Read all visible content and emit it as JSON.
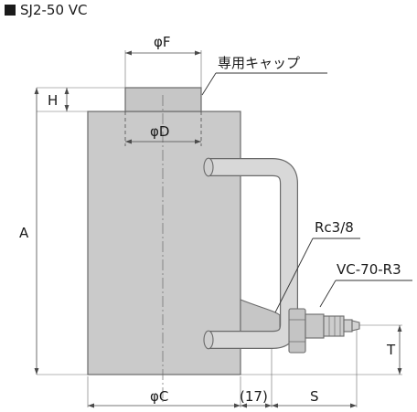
{
  "title": "SJ2-50  VC",
  "colors": {
    "body_fill": "#cacaca",
    "pipe_fill": "#d8d8d8",
    "outline": "#6a6a6a",
    "dimension": "#4a4a4a",
    "title_square": "#1a1a1a"
  },
  "labels": {
    "phi_f": "φF",
    "cap": "専用キャップ",
    "h": "H",
    "phi_d": "φD",
    "a": "A",
    "rc": "Rc3/8",
    "vc": "VC-70-R3",
    "t": "T",
    "phi_c": "φC",
    "dim_17": "(17)",
    "s": "S"
  }
}
